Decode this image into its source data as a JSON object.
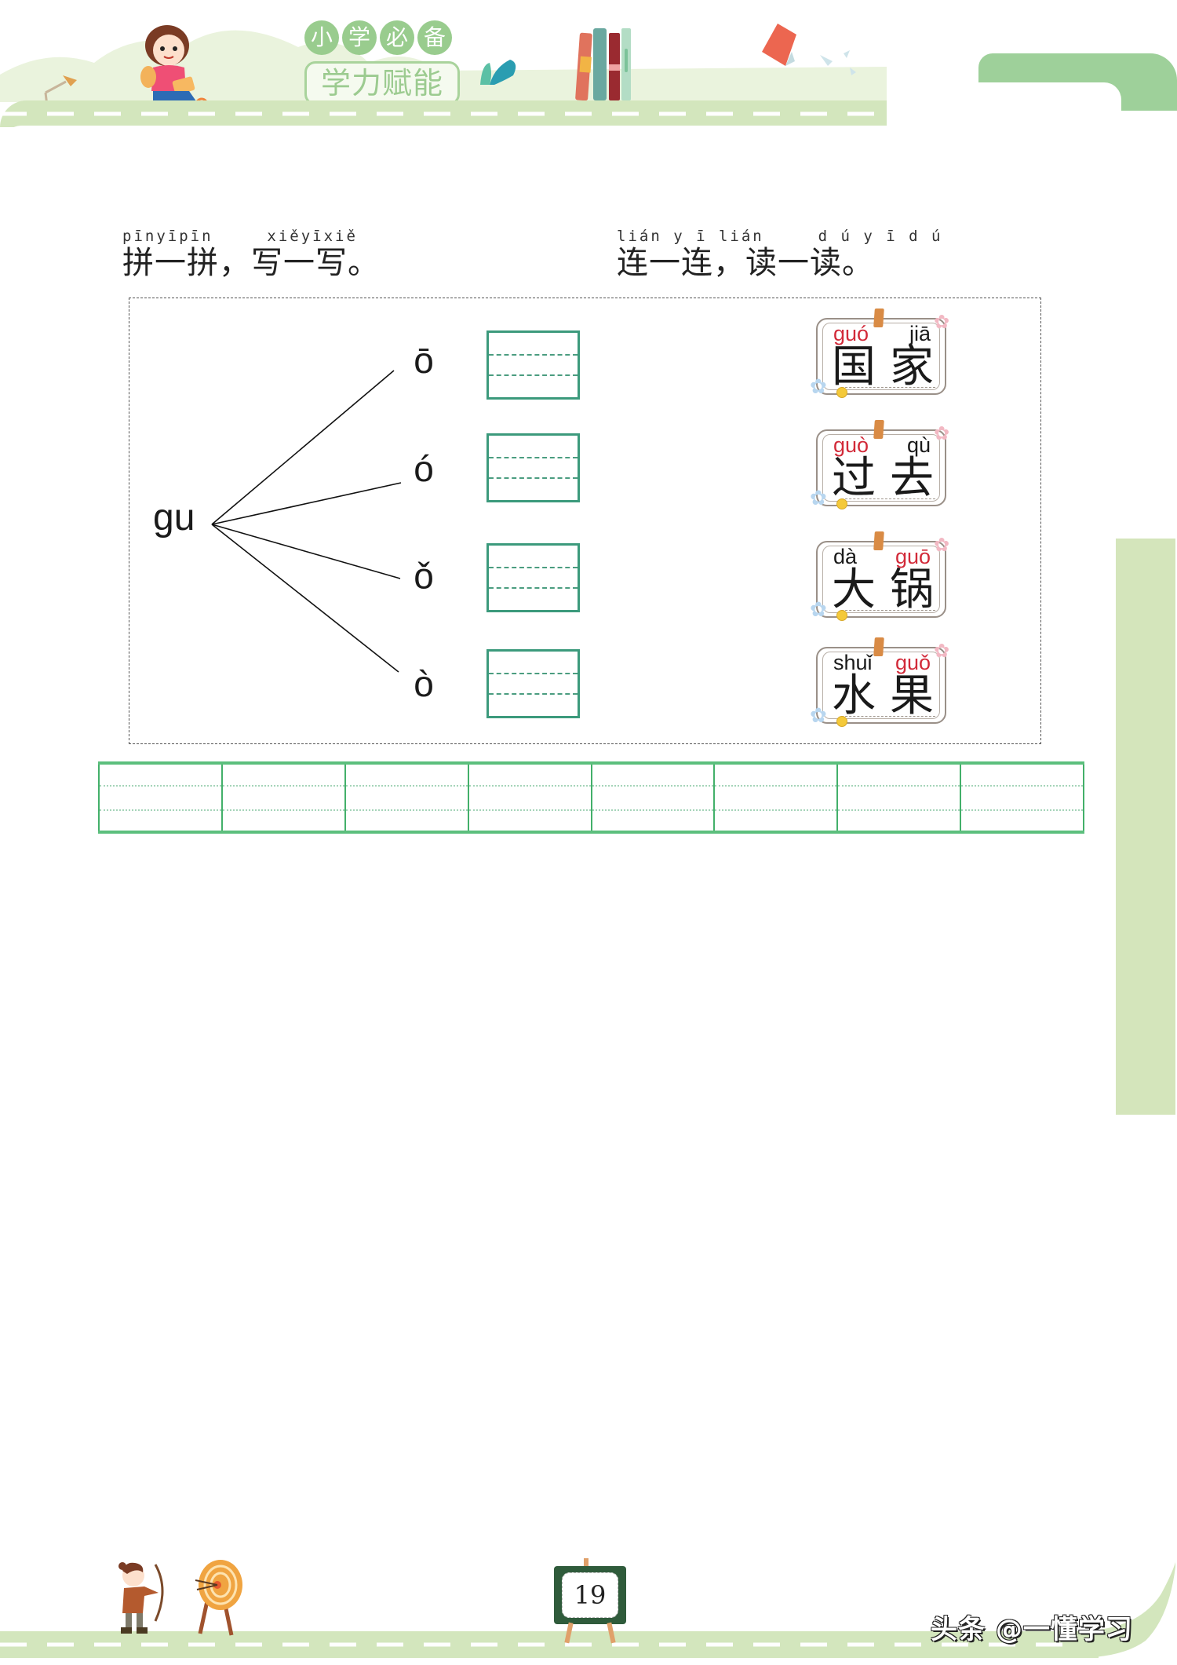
{
  "header": {
    "badge_chars": [
      "小",
      "学",
      "必",
      "备"
    ],
    "subtitle": "学力赋能",
    "colors": {
      "badge_green": "#99cc8e",
      "road_green": "#d3e6bd",
      "tab_green": "#9ed09a"
    }
  },
  "section1": {
    "pinyin": [
      "pīn",
      "yī",
      "pīn",
      "xiě",
      "yī",
      "xiě"
    ],
    "pinyin_line1": "pīnyīpīn",
    "pinyin_line2": "xiěyīxiě",
    "title_part1": "拼一拼，",
    "title_part2": "写一写。",
    "initial": "gu",
    "finals": [
      "ō",
      "ó",
      "ǒ",
      "ò"
    ],
    "writing_boxes": 4
  },
  "section2": {
    "pinyin_line1": "lián y ī lián",
    "pinyin_line2": "d ú y ī d ú",
    "title_part1": "连一连，",
    "title_part2": "读一读。",
    "cards": [
      {
        "py1": "guó",
        "py1_color": "red",
        "py2": "jiā",
        "py2_color": "black",
        "hz1": "国",
        "hz2": "家"
      },
      {
        "py1": "guò",
        "py1_color": "red",
        "py2": "qù",
        "py2_color": "black",
        "hz1": "过",
        "hz2": "去"
      },
      {
        "py1": "dà",
        "py1_color": "black",
        "py2": "guō",
        "py2_color": "red",
        "hz1": "大",
        "hz2": "锅"
      },
      {
        "py1": "shuǐ",
        "py1_color": "black",
        "py2": "guǒ",
        "py2_color": "red",
        "hz1": "水",
        "hz2": "果"
      }
    ]
  },
  "writing_grid": {
    "cells": 8
  },
  "footer": {
    "page_number": "19",
    "watermark": "头条 @一懂学习"
  }
}
